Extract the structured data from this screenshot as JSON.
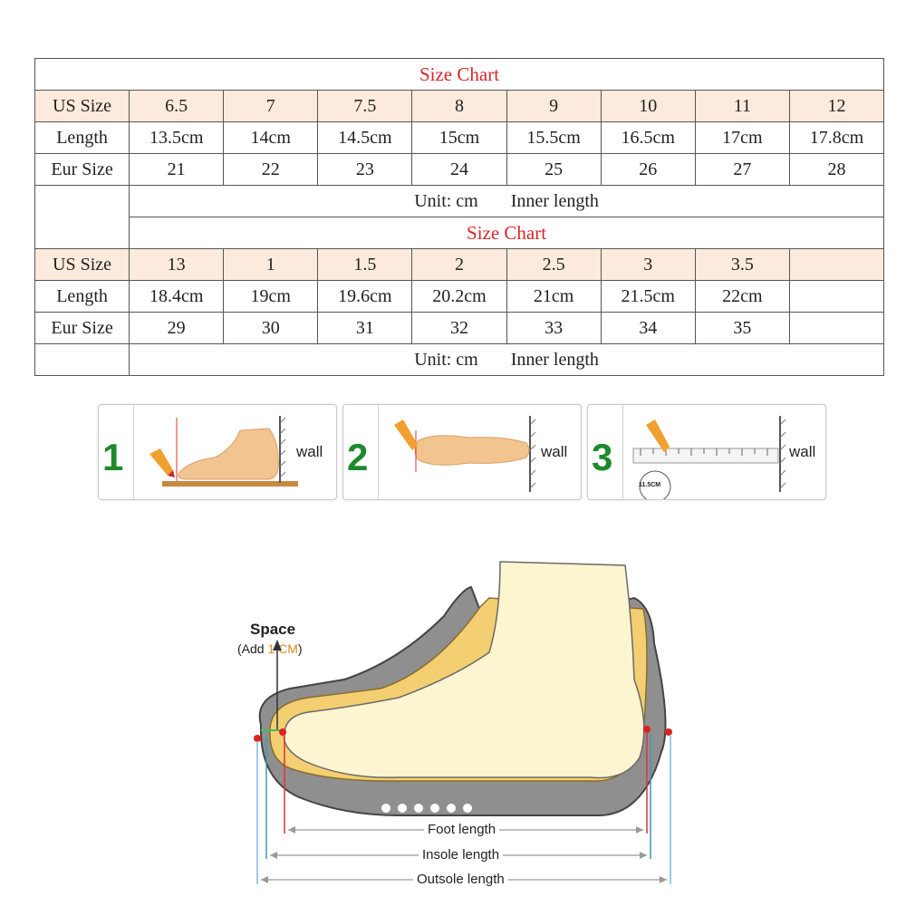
{
  "table1": {
    "title": "Size Chart",
    "us_label": "US Size",
    "len_label": "Length",
    "eur_label": "Eur Size",
    "us": [
      "6.5",
      "7",
      "7.5",
      "8",
      "9",
      "10",
      "11",
      "12"
    ],
    "length": [
      "13.5cm",
      "14cm",
      "14.5cm",
      "15cm",
      "15.5cm",
      "16.5cm",
      "17cm",
      "17.8cm"
    ],
    "eur": [
      "21",
      "22",
      "23",
      "24",
      "25",
      "26",
      "27",
      "28"
    ],
    "unit": "Unit: cm",
    "inner": "Inner length"
  },
  "table2": {
    "title": "Size Chart",
    "us_label": "US Size",
    "len_label": "Length",
    "eur_label": "Eur Size",
    "us": [
      "13",
      "1",
      "1.5",
      "2",
      "2.5",
      "3",
      "3.5",
      ""
    ],
    "length": [
      "18.4cm",
      "19cm",
      "19.6cm",
      "20.2cm",
      "21cm",
      "21.5cm",
      "22cm",
      ""
    ],
    "eur": [
      "29",
      "30",
      "31",
      "32",
      "33",
      "34",
      "35",
      ""
    ],
    "unit": "Unit: cm",
    "inner": "Inner length"
  },
  "steps": [
    {
      "number": "1",
      "wall": "wall"
    },
    {
      "number": "2",
      "wall": "wall"
    },
    {
      "number": "3",
      "wall": "wall",
      "ruler_mark": "11.5CM"
    }
  ],
  "diagram": {
    "space_title": "Space",
    "space_sub_prefix": "(Add ",
    "space_sub_value": "1 CM",
    "space_sub_suffix": ")",
    "foot_length": "Foot length",
    "insole_length": "Insole length",
    "outsole_length": "Outsole length"
  }
}
